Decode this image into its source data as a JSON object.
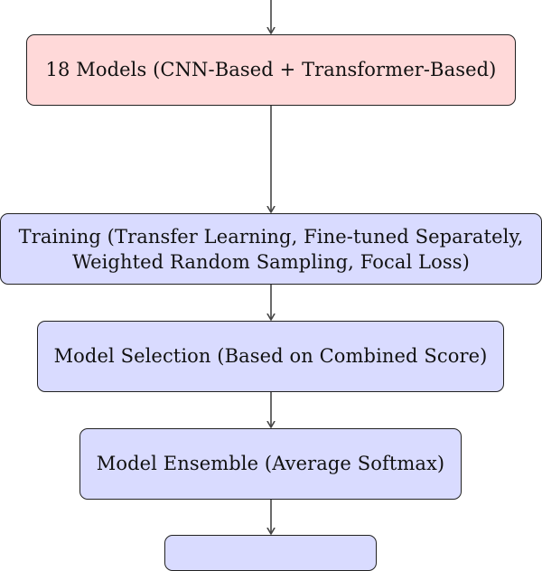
{
  "colors": {
    "model_fill": "#ffd9d9",
    "step_fill": "#d9dbff",
    "border": "#222222",
    "arrow": "#444444"
  },
  "nodes": {
    "models": {
      "label": "18 Models (CNN-Based + Transformer-Based)"
    },
    "training": {
      "line1": "Training (Transfer Learning, Fine-tuned Separately,",
      "line2": "Weighted Random Sampling, Focal Loss)"
    },
    "selection": {
      "label": "Model Selection (Based on Combined Score)"
    },
    "ensemble": {
      "label": "Model Ensemble (Average Softmax)"
    },
    "next": {
      "label": ""
    }
  }
}
